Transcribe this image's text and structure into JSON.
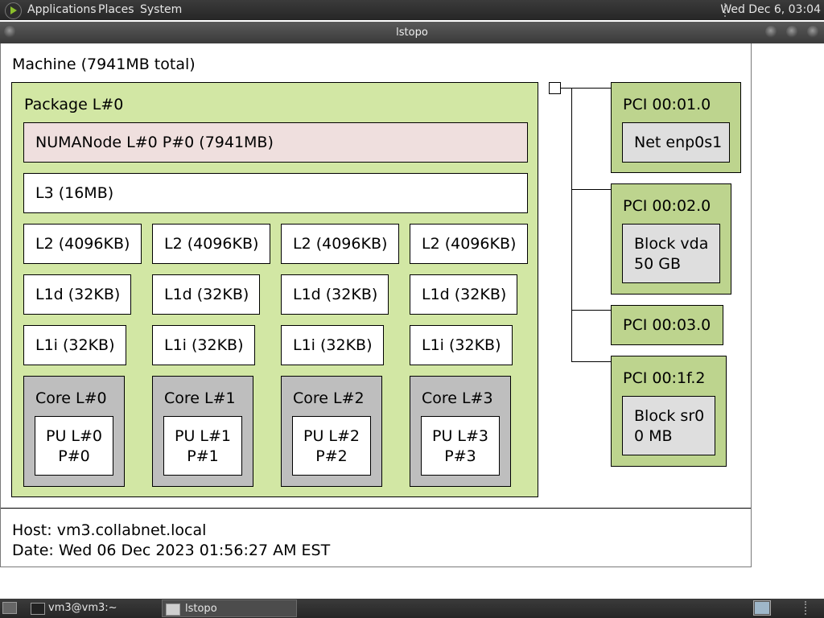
{
  "panel": {
    "menus": [
      "Applications",
      "Places",
      "System"
    ],
    "clock": "Wed Dec  6, 03:04"
  },
  "window": {
    "title": "lstopo"
  },
  "topology": {
    "machine": "Machine (7941MB total)",
    "package": "Package L#0",
    "numa": "NUMANode L#0 P#0 (7941MB)",
    "l3": "L3 (16MB)",
    "cores": [
      {
        "l2": "L2 (4096KB)",
        "l1d": "L1d (32KB)",
        "l1i": "L1i (32KB)",
        "core": "Core L#0",
        "pu_line1": "PU L#0",
        "pu_line2": "P#0"
      },
      {
        "l2": "L2 (4096KB)",
        "l1d": "L1d (32KB)",
        "l1i": "L1i (32KB)",
        "core": "Core L#1",
        "pu_line1": "PU L#1",
        "pu_line2": "P#1"
      },
      {
        "l2": "L2 (4096KB)",
        "l1d": "L1d (32KB)",
        "l1i": "L1i (32KB)",
        "core": "Core L#2",
        "pu_line1": "PU L#2",
        "pu_line2": "P#2"
      },
      {
        "l2": "L2 (4096KB)",
        "l1d": "L1d (32KB)",
        "l1i": "L1i (32KB)",
        "core": "Core L#3",
        "pu_line1": "PU L#3",
        "pu_line2": "P#3"
      }
    ],
    "pci": [
      {
        "label": "PCI 00:01.0",
        "device_line1": "Net enp0s1",
        "device_line2": ""
      },
      {
        "label": "PCI 00:02.0",
        "device_line1": "Block vda",
        "device_line2": "50 GB"
      },
      {
        "label": "PCI 00:03.0"
      },
      {
        "label": "PCI 00:1f.2",
        "device_line1": "Block sr0",
        "device_line2": "0 MB"
      }
    ],
    "host": "Host: vm3.collabnet.local",
    "date": "Date: Wed 06 Dec 2023 01:56:27 AM EST"
  },
  "taskbar": {
    "tasks": [
      {
        "label": "vm3@vm3:~"
      },
      {
        "label": "lstopo"
      }
    ]
  }
}
